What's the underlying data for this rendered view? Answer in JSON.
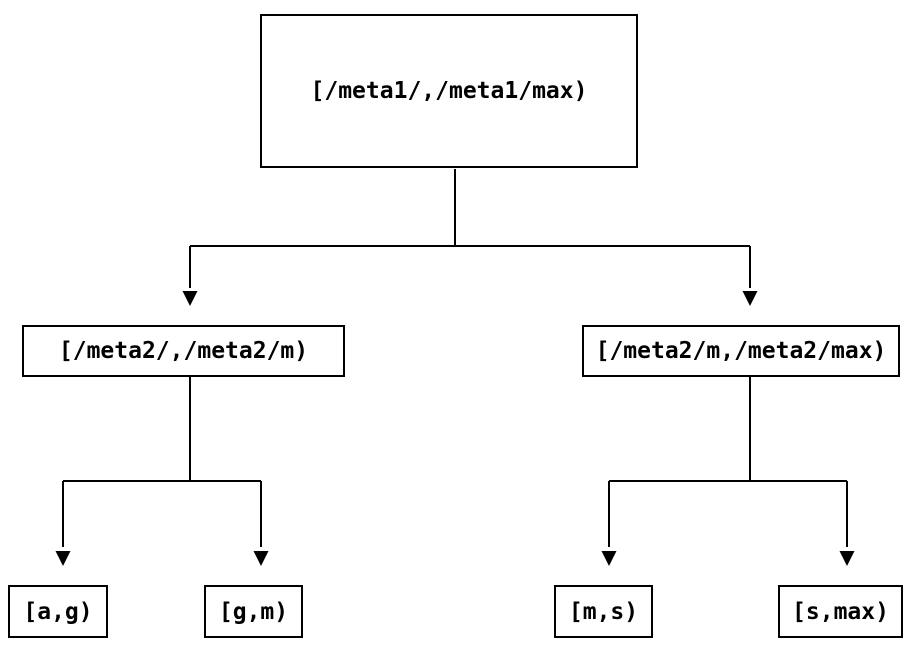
{
  "diagram": {
    "type": "tree",
    "colors": {
      "background": "#ffffff",
      "line": "#000000",
      "text": "#000000",
      "node_fill": "#ffffff"
    },
    "root": {
      "id": "root",
      "label": "[/meta1/,/meta1/max)"
    },
    "level2": [
      {
        "id": "meta2-left",
        "label": "[/meta2/,/meta2/m)"
      },
      {
        "id": "meta2-right",
        "label": "[/meta2/m,/meta2/max)"
      }
    ],
    "leaves": [
      {
        "id": "leaf-ag",
        "label": "[a,g)"
      },
      {
        "id": "leaf-gm",
        "label": "[g,m)"
      },
      {
        "id": "leaf-ms",
        "label": "[m,s)"
      },
      {
        "id": "leaf-smax",
        "label": "[s,max)"
      }
    ],
    "edges": [
      {
        "from": "root",
        "to": "meta2-left"
      },
      {
        "from": "root",
        "to": "meta2-right"
      },
      {
        "from": "meta2-left",
        "to": "leaf-ag"
      },
      {
        "from": "meta2-left",
        "to": "leaf-gm"
      },
      {
        "from": "meta2-right",
        "to": "leaf-ms"
      },
      {
        "from": "meta2-right",
        "to": "leaf-smax"
      }
    ]
  }
}
